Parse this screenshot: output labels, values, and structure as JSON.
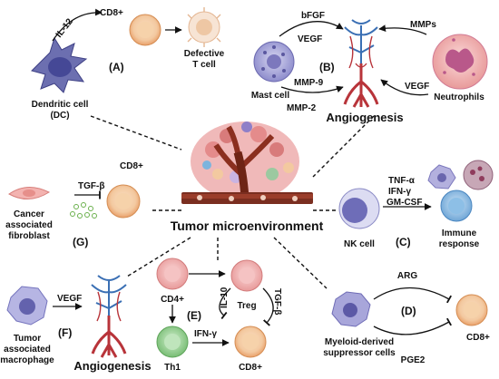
{
  "panel_a": {
    "label": "(A)",
    "dendritic_cell": "Dendritic cell",
    "dendritic_abbrev": "(DC)",
    "il12": "IL-12",
    "cd8": "CD8+",
    "defective_t_line1": "Defective",
    "defective_t_line2": "T cell"
  },
  "panel_b": {
    "label": "(B)",
    "bfgf": "bFGF",
    "vegf_left": "VEGF",
    "mmp9": "MMP-9",
    "mmp2": "MMP-2",
    "mast_cell": "Mast cell",
    "angiogenesis": "Angiogenesis",
    "mmps": "MMPs",
    "vegf_right": "VEGF",
    "neutrophils": "Neutrophils"
  },
  "center": {
    "title": "Tumor microenvironment"
  },
  "panel_c": {
    "label": "(C)",
    "nk_cell": "NK cell",
    "tnf": "TNF-α",
    "ifn": "IFN-γ",
    "gmcsf": "GM-CSF",
    "immune_line1": "Immune",
    "immune_line2": "response"
  },
  "panel_d": {
    "label": "(D)",
    "arg": "ARG",
    "pge2": "PGE2",
    "cd8": "CD8+",
    "mdsc_line1": "Myeloid-derived",
    "mdsc_line2": "suppressor cells"
  },
  "panel_e": {
    "label": "(E)",
    "cd4": "CD4+",
    "treg": "Treg",
    "th1": "Th1",
    "cd8": "CD8+",
    "il10": "IL-10",
    "tgfb": "TGF-β",
    "ifng": "IFN-γ"
  },
  "panel_f": {
    "label": "(F)",
    "vegf": "VEGF",
    "angiogenesis": "Angiogenesis",
    "tam_line1": "Tumor",
    "tam_line2": "associated",
    "tam_line3": "macrophage"
  },
  "panel_g": {
    "label": "(G)",
    "tgfb": "TGF-β",
    "cd8": "CD8+",
    "caf_line1": "Cancer",
    "caf_line2": "associated",
    "caf_line3": "fibroblast"
  },
  "colors": {
    "t_cell": "#f3c9a0",
    "dendritic": "#6c6fb0",
    "mast": "#9a92cc",
    "neutrophil": "#e8a6b9",
    "vessel_red": "#b8343a",
    "vessel_blue": "#3a6fb4",
    "treg": "#f1b9b9",
    "th1": "#9cd39a"
  }
}
